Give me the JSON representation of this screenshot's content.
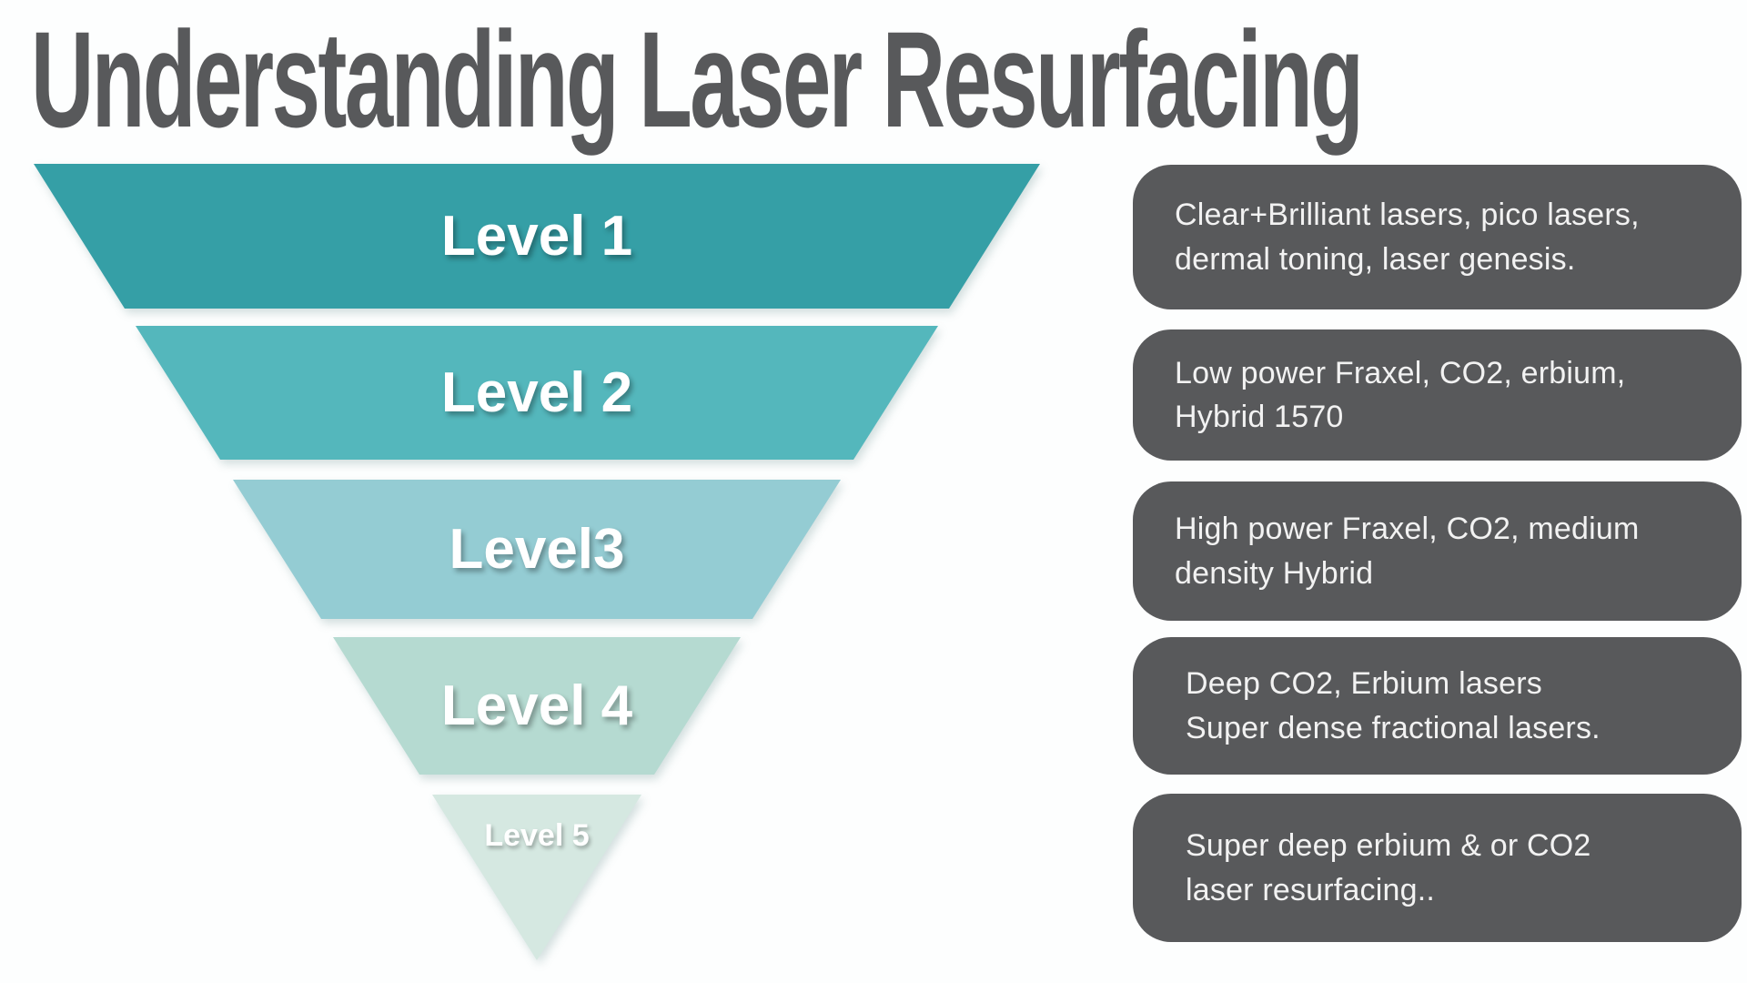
{
  "page": {
    "background_color": "#fdfefe"
  },
  "header": {
    "title": "Understanding Laser Resurfacing",
    "title_color": "#58595b"
  },
  "funnel": {
    "label_color": "#ffffff",
    "levels": [
      {
        "label": "Level 1",
        "color": "#359fa6"
      },
      {
        "label": "Level 2",
        "color": "#54b7bc"
      },
      {
        "label": "Level3",
        "color": "#94ccd3"
      },
      {
        "label": "Level 4",
        "color": "#b5dad1"
      },
      {
        "label": "Level 5",
        "color": "#d5e8e1"
      }
    ]
  },
  "descriptions": {
    "box_color": "#58595b",
    "text_color": "#f2f2f2",
    "items": [
      {
        "lines": [
          "Clear+Brilliant lasers, pico lasers,",
          "dermal toning, laser genesis."
        ]
      },
      {
        "lines": [
          "Low power Fraxel, CO2, erbium,",
          "Hybrid 1570"
        ]
      },
      {
        "lines": [
          "High power Fraxel, CO2, medium",
          "density Hybrid"
        ]
      },
      {
        "lines": [
          "Deep CO2, Erbium lasers",
          "Super dense fractional lasers."
        ]
      },
      {
        "lines": [
          "Super deep erbium & or CO2",
          "laser resurfacing.."
        ]
      }
    ]
  }
}
